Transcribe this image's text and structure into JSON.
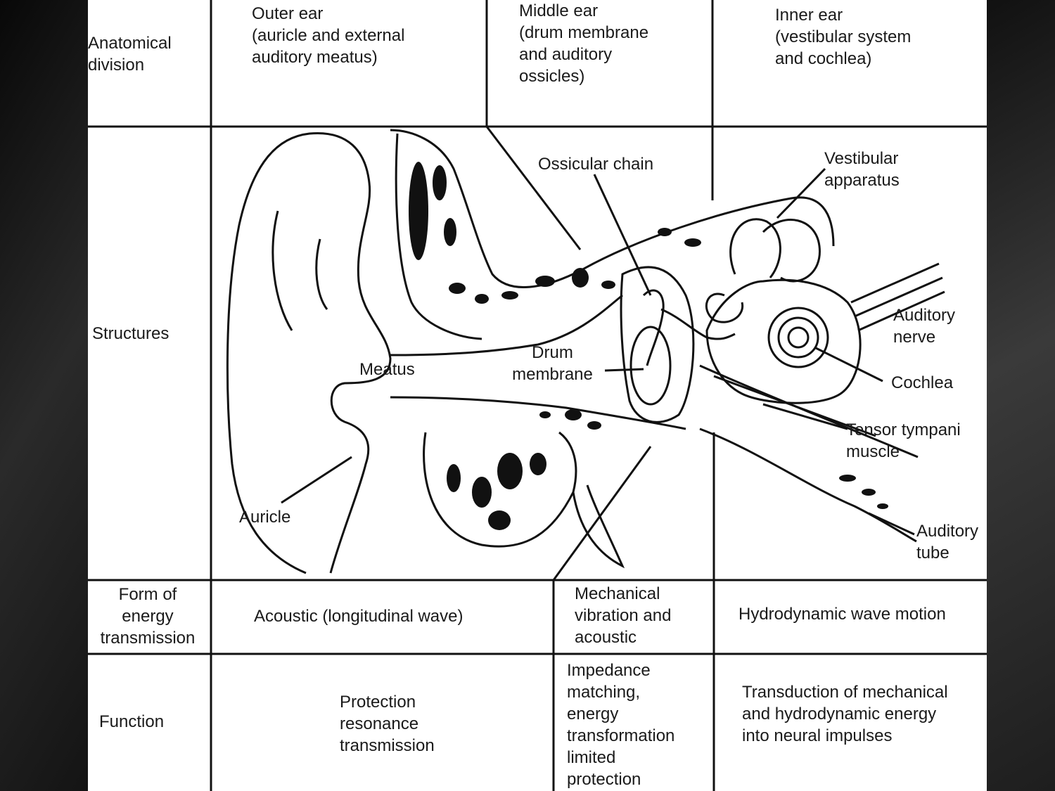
{
  "table": {
    "headers": {
      "anatomical_division": "Anatomical\ndivision",
      "outer_ear": "Outer ear\n(auricle and external\nauditory meatus)",
      "middle_ear": "Middle ear\n(drum membrane\nand auditory\nossicles)",
      "inner_ear": "Inner ear\n(vestibular system\nand cochlea)"
    },
    "rows": {
      "structures": "Structures",
      "form_of_energy": "Form of\nenergy\ntransmission",
      "function": "Function"
    },
    "energy": {
      "outer": "Acoustic (longitudinal wave)",
      "middle": "Mechanical\nvibration and\nacoustic",
      "inner": "Hydrodynamic wave motion"
    },
    "function": {
      "outer": "Protection\nresonance\ntransmission",
      "middle": "Impedance\nmatching,\nenergy\ntransformation\nlimited\nprotection",
      "inner": "Transduction of mechanical\nand hydrodynamic energy\ninto neural impulses"
    }
  },
  "labels": {
    "ossicular_chain": "Ossicular chain",
    "vestibular_apparatus": "Vestibular\napparatus",
    "auditory_nerve": "Auditory\nnerve",
    "cochlea": "Cochlea",
    "tensor_tympani": "Tensor tympani\nmuscle",
    "auditory_tube": "Auditory\ntube",
    "drum_membrane": "Drum\nmembrane",
    "meatus": "Meatus",
    "auricle": "Auricle"
  }
}
